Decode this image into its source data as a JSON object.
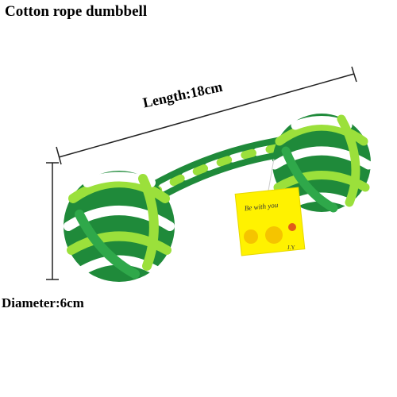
{
  "title": "Cotton rope dumbbell",
  "length_label": "Length:18cm",
  "diameter_label": "Diameter:6cm",
  "tag": {
    "text_top": "Be with you",
    "text_bottom": "J.Y"
  },
  "colors": {
    "dark_green": "#1f8a3a",
    "light_green": "#9be03b",
    "white": "#ffffff",
    "tag_yellow": "#fff200"
  }
}
